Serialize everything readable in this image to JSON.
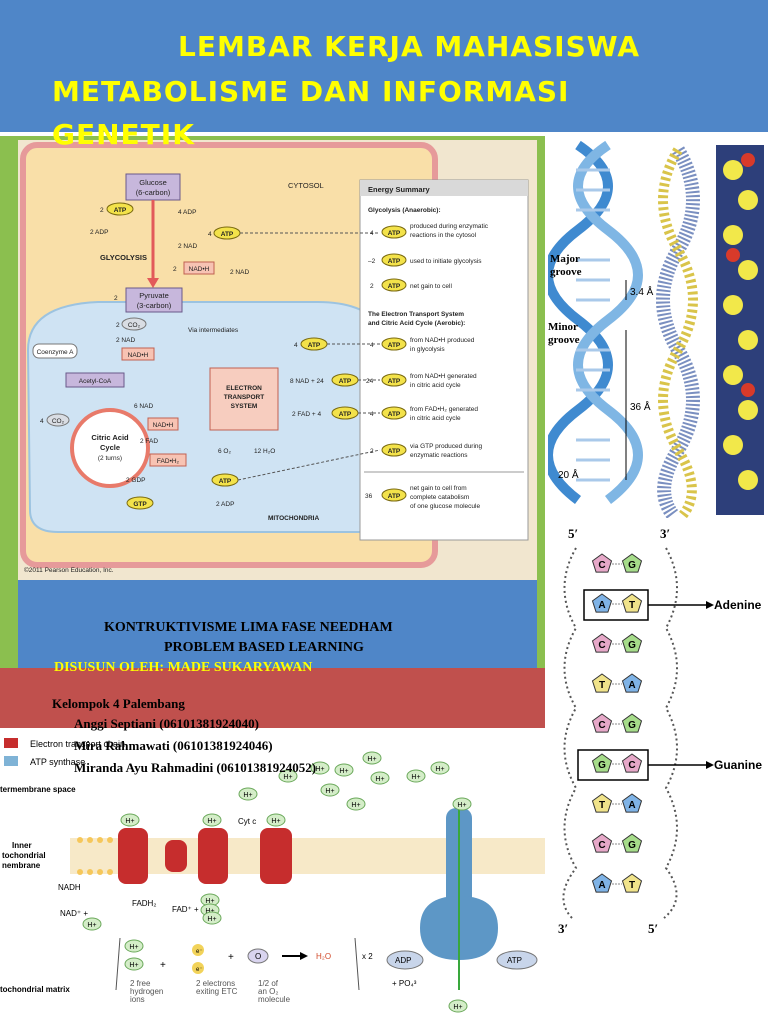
{
  "header": {
    "line1": "LEMBAR KERJA MAHASISWA",
    "line2": "METABOLISME DAN INFORMASI",
    "line3": "GENETIK"
  },
  "subtitle": {
    "line1": "KONTRUKTIVISME LIMA FASE NEEDHAM",
    "line2": "PROBLEM BASED LEARNING",
    "author": "DISUSUN OLEH:  MADE SUKARYAWAN"
  },
  "group": {
    "title": "Kelompok 4 Palembang",
    "members": [
      "Anggi Septiani (06101381924040)",
      "Mira Rahmawati (06101381924046)",
      "Miranda Ayu Rahmadini (06101381924052)"
    ]
  },
  "metabolism": {
    "glucose": "Glucose",
    "glucose_sub": "(6-carbon)",
    "cytosol": "CYTOSOL",
    "glycolysis": "GLYCOLYSIS",
    "pyruvate": "Pyruvate",
    "pyruvate_sub": "(3-carbon)",
    "via": "Via intermediates",
    "coenzyme": "Coenzyme A",
    "acetyl": "Acetyl-CoA",
    "citric": "Citric Acid",
    "cycle": "Cycle",
    "turns": "(2 turns)",
    "ets1": "ELECTRON",
    "ets2": "TRANSPORT",
    "ets3": "SYSTEM",
    "mito": "MITOCHONDRIA",
    "copyright": "©2011 Pearson Education, Inc.",
    "nadh": "NAD•H",
    "fadh": "FAD•H₂",
    "o2": "6 O₂",
    "h2o": "12 H₂O",
    "atp": "ATP",
    "gtp": "GTP",
    "labels": {
      "two_adp_a": "2 ADP",
      "four_adp": "4 ADP",
      "two_nad_a": "2 NAD",
      "two_nad_b": "2 NAD",
      "two_nad_c": "2 NAD",
      "co2_a": "2",
      "co2_b": "4",
      "six_nad": "6 NAD",
      "two_fad": "2 FAD",
      "two_gdp": "2 GDP",
      "two_adp_b": "2 ADP",
      "eight_nad": "8 NAD + 24",
      "two_fad4": "2 FAD + 4",
      "four": "4",
      "two": "2"
    },
    "summary": {
      "title": "Energy Summary",
      "glyco_head": "Glycolysis (Anaerobic):",
      "row1_n": "4",
      "row1_t1": "produced during enzymatic",
      "row1_t2": "reactions in the cytosol",
      "row2_n": "–2",
      "row2_t1": "used to initiate glycolysis",
      "row3_n": "2",
      "row3_t1": "net gain to cell",
      "aerobic_head1": "The Electron Transport System",
      "aerobic_head2": "and Citric Acid Cycle (Aerobic):",
      "row4_n": "4",
      "row4_t1": "from NAD•H produced",
      "row4_t2": "in glycolysis",
      "row5_n": "24",
      "row5_t1": "from NAD•H generated",
      "row5_t2": "in citric acid cycle",
      "row6_n": "4",
      "row6_t1": "from FAD•H₂ generated",
      "row6_t2": "in citric acid cycle",
      "row7_n": "2",
      "row7_t1": "via GTP produced during",
      "row7_t2": "enzymatic reactions",
      "row8_n": "36",
      "row8_t1": "net gain to cell from",
      "row8_t2": "complete catabolism",
      "row8_t3": "of one glucose molecule"
    }
  },
  "helix": {
    "major": "Major",
    "major2": "groove",
    "minor": "Minor",
    "minor2": "groove",
    "d1": "3.4 Å",
    "d2": "36 Å",
    "d3": "20 Å"
  },
  "basepairs": {
    "five_top": "5′",
    "three_top": "3′",
    "three_bot": "3′",
    "five_bot": "5′",
    "adenine": "Adenine",
    "guanine": "Guanine",
    "pairs": [
      [
        "C",
        "G"
      ],
      [
        "A",
        "T"
      ],
      [
        "C",
        "G"
      ],
      [
        "T",
        "A"
      ],
      [
        "C",
        "G"
      ],
      [
        "G",
        "C"
      ],
      [
        "T",
        "A"
      ],
      [
        "C",
        "G"
      ],
      [
        "A",
        "T"
      ]
    ]
  },
  "etc": {
    "legend1": "Electron transport chain",
    "legend2": "ATP synthase",
    "inter": "termembrane space",
    "inner1": "Inner",
    "inner2": "tochondrial",
    "inner3": "nembrane",
    "matrix": "tochondrial matrix",
    "nadh": "NADH",
    "nad": "NAD⁺ +",
    "fadh": "FADH₂",
    "fad": "FAD⁺ +",
    "cyt": "Cyt c",
    "hplus": "H+",
    "adp": "ADP",
    "po4": "+ PO₄³",
    "atp": "ATP",
    "h2o": "H₂O",
    "x2": "x 2",
    "cap1a": "2 free",
    "cap1b": "hydrogen",
    "cap1c": "ions",
    "cap2a": "2 electrons",
    "cap2b": "exiting ETC",
    "cap3a": "1/2 of",
    "cap3b": "an O₂",
    "cap3c": "molecule",
    "plus": "+",
    "o": "O",
    "e": "e⁻"
  },
  "colors": {
    "header_bg": "#4f86c8",
    "title_yellow": "#ffff00",
    "green_frame": "#8bbf4f",
    "red_band": "#c0504d",
    "atp_yellow": "#f3e24a"
  }
}
